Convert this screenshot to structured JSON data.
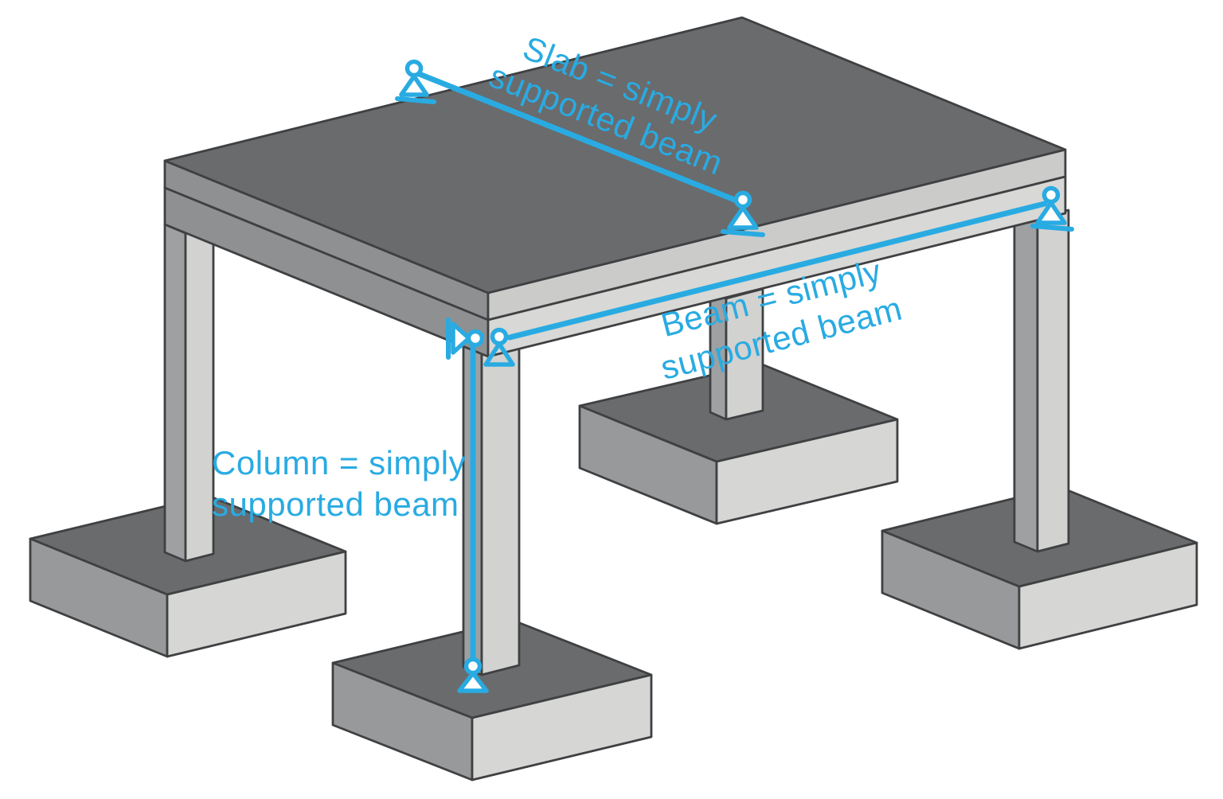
{
  "diagram": {
    "type": "structural-frame-axonometric",
    "labels": {
      "slab": {
        "line1": "Slab = simply",
        "line2": "supported beam"
      },
      "beam": {
        "line1": "Beam = simply",
        "line2": "supported beam"
      },
      "column": {
        "line1": "Column = simply",
        "line2": "supported beam"
      }
    },
    "icons": {
      "pin_support": "pin-support-icon (circle over triangle with ground line)",
      "rotated_pin_support": "rotated-pin-support-icon (vertical bar, right-pointing triangle, circle)"
    },
    "colors": {
      "annotation_blue": "#29abe2",
      "concrete_top": "#6a6b6d",
      "concrete_light_face": "#d6d6d4",
      "concrete_medium_face": "#98999b",
      "outline": "#3f4042",
      "background": "#ffffff"
    }
  }
}
